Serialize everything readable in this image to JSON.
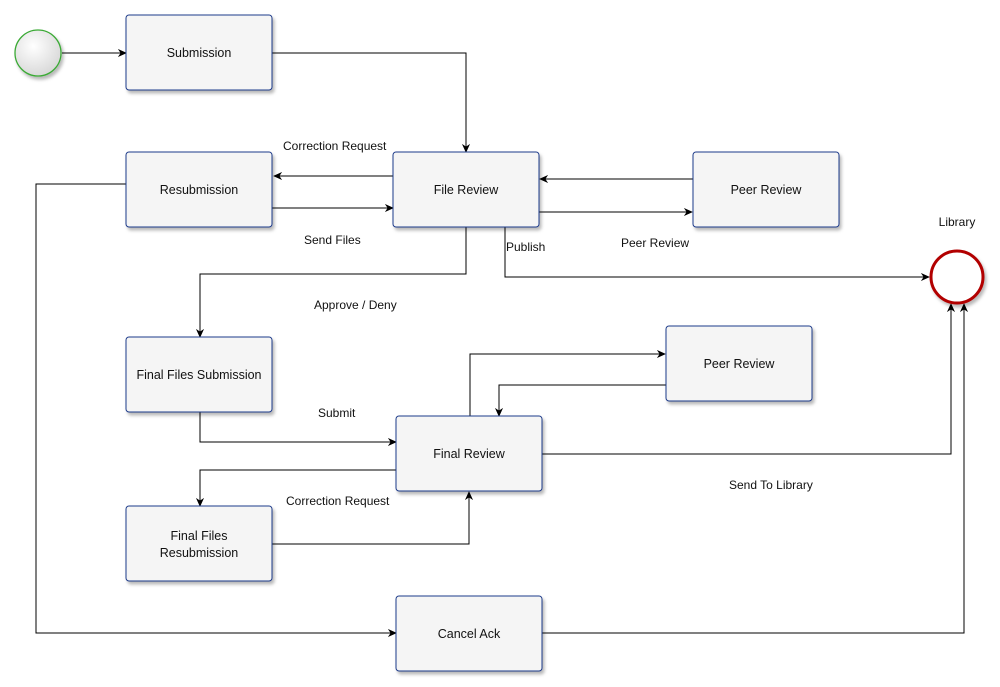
{
  "colors": {
    "box_fill": "#f5f5f5",
    "box_stroke": "#1f3a8a",
    "start_stroke": "#3aaa35",
    "end_stroke": "#b20000",
    "edge": "#000000"
  },
  "nodes": {
    "start": {
      "label": "",
      "shape": "start-event"
    },
    "submission": {
      "label": "Submission"
    },
    "resubmission": {
      "label": "Resubmission"
    },
    "file_review": {
      "label": "File Review"
    },
    "peer_review_1": {
      "label": "Peer Review"
    },
    "library": {
      "label": "Library",
      "shape": "end-event"
    },
    "final_files_submission": {
      "label": "Final Files Submission"
    },
    "peer_review_2": {
      "label": "Peer Review"
    },
    "final_review": {
      "label": "Final Review"
    },
    "final_files_resubmission": {
      "label": [
        "Final Files",
        "Resubmission"
      ]
    },
    "cancel_ack": {
      "label": "Cancel Ack"
    }
  },
  "edges": {
    "correction_request_1": "Correction Request",
    "send_files": "Send Files",
    "publish": "Publish",
    "peer_review": "Peer Review",
    "approve_deny": "Approve / Deny",
    "submit": "Submit",
    "correction_request_2": "Correction Request",
    "send_to_library": "Send To Library"
  }
}
